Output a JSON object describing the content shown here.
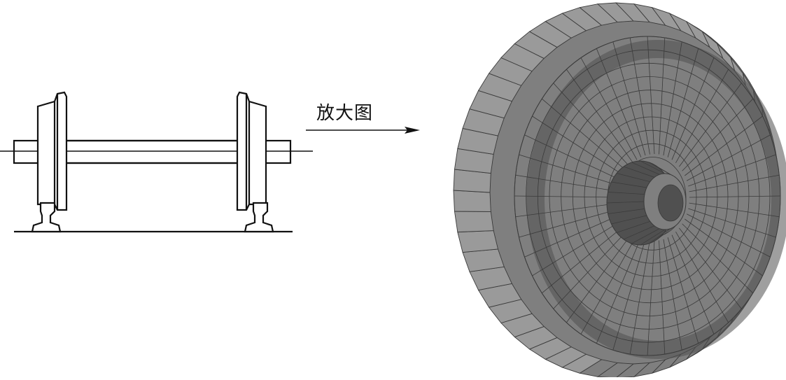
{
  "figure": {
    "arrow_label": "放大图",
    "colors": {
      "line": "#111111",
      "mesh_light": "#9a9a9a",
      "mesh_mid": "#7f7f7f",
      "mesh_dark": "#505050",
      "mesh_line": "#3a3a3a",
      "background": "#ffffff"
    },
    "left_illustration": "wheelset-on-rails-drawing",
    "right_illustration": "wheel-finite-element-mesh"
  }
}
